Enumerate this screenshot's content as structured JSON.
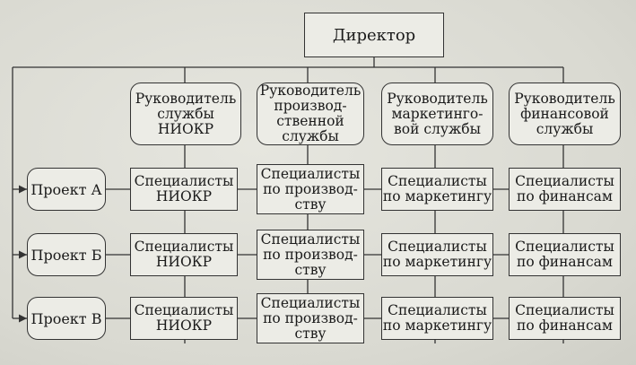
{
  "director": "Директор",
  "managers": [
    "Руководитель\nслужбы\nНИОКР",
    "Руководитель\nпроизвод-\nственной\nслужбы",
    "Руководитель\nмаркетинго-\nвой службы",
    "Руководитель\nфинансовой\nслужбы"
  ],
  "projects": [
    "Проект А",
    "Проект Б",
    "Проект В"
  ],
  "specialists": [
    "Специалисты\nНИОКР",
    "Специалисты\nпо производ-\nству",
    "Специалисты\nпо маркетингу",
    "Специалисты\nпо финансам"
  ],
  "colors": {
    "line": "#333333",
    "box": "#ecece6"
  }
}
